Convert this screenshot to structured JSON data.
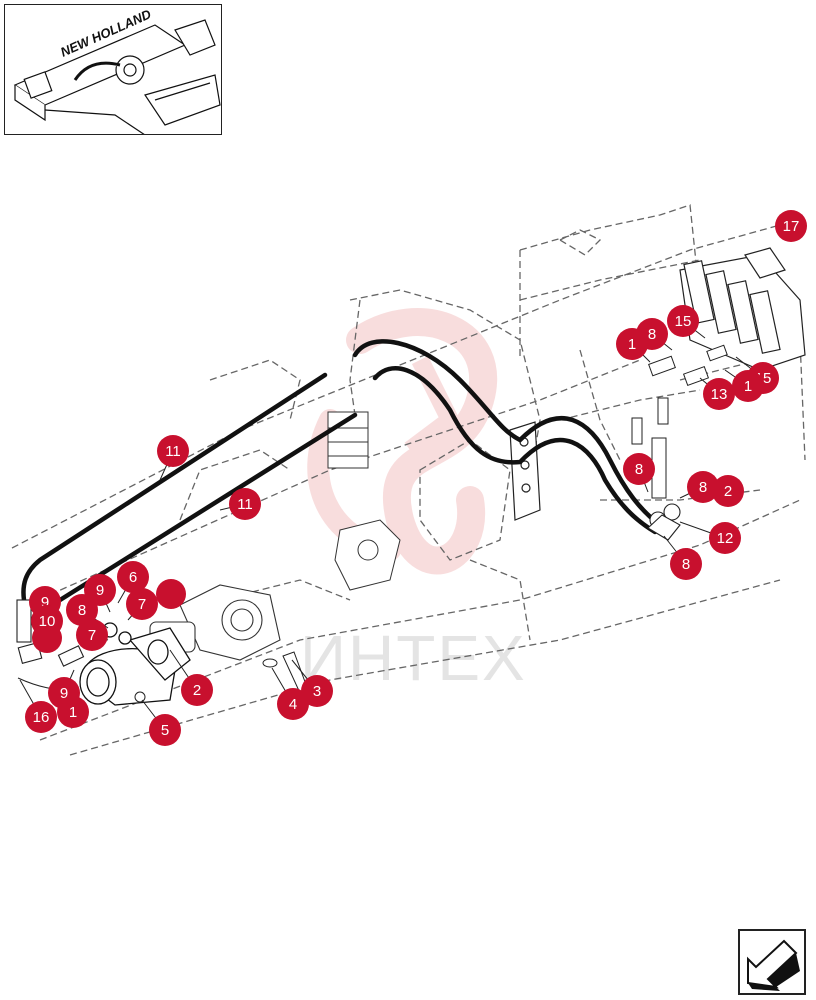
{
  "inset": {
    "brand_text": "NEW HOLLAND"
  },
  "watermark": {
    "text": "ИНТЕХ"
  },
  "colors": {
    "callout": "#c8102e",
    "callout_text": "#ffffff",
    "hose": "#111111",
    "dashed": "#666666",
    "watermark": "#f4c8c8"
  },
  "callouts": [
    {
      "id": "c17",
      "label": "17"
    },
    {
      "id": "c15a",
      "label": "15"
    },
    {
      "id": "c8a",
      "label": "8"
    },
    {
      "id": "c1a",
      "label": "1"
    },
    {
      "id": "c15b",
      "label": "15"
    },
    {
      "id": "c1b",
      "label": "1"
    },
    {
      "id": "c13",
      "label": "13"
    },
    {
      "id": "c11a",
      "label": "11"
    },
    {
      "id": "c11b",
      "label": "11"
    },
    {
      "id": "c8b",
      "label": "8"
    },
    {
      "id": "c8c",
      "label": "8"
    },
    {
      "id": "c2a",
      "label": "2"
    },
    {
      "id": "c12",
      "label": "12"
    },
    {
      "id": "c8d",
      "label": "8"
    },
    {
      "id": "c6",
      "label": "6"
    },
    {
      "id": "c9a",
      "label": "9"
    },
    {
      "id": "c7a",
      "label": "7"
    },
    {
      "id": "c9b",
      "label": "9"
    },
    {
      "id": "c8e",
      "label": "8"
    },
    {
      "id": "c10",
      "label": "10"
    },
    {
      "id": "c7b",
      "label": "7"
    },
    {
      "id": "c2b",
      "label": "2"
    },
    {
      "id": "c3",
      "label": "3"
    },
    {
      "id": "c4",
      "label": "4"
    },
    {
      "id": "c9c",
      "label": "9"
    },
    {
      "id": "c1c",
      "label": "1"
    },
    {
      "id": "c16",
      "label": "16"
    },
    {
      "id": "c5",
      "label": "5"
    }
  ]
}
